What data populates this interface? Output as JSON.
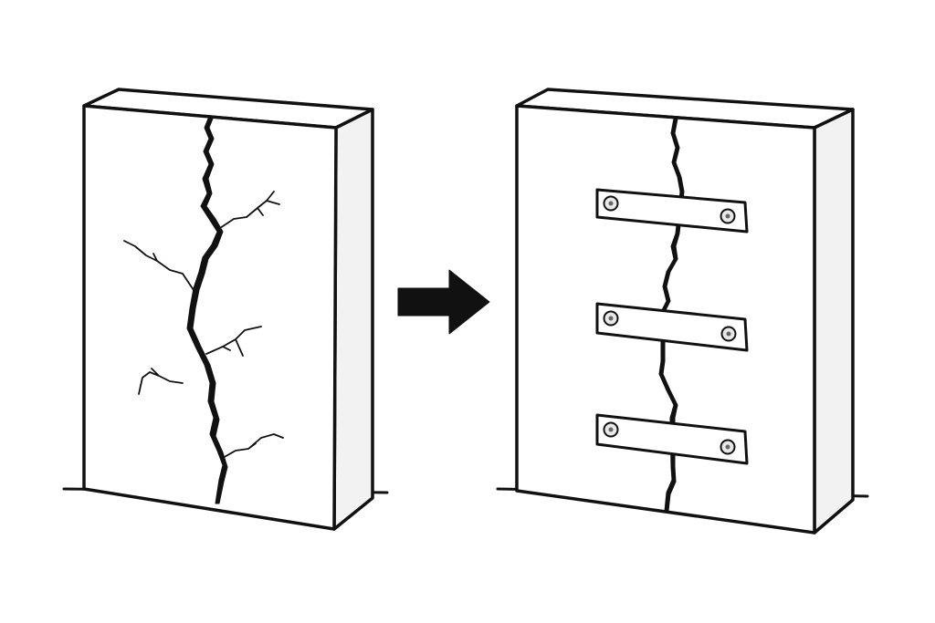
{
  "diagram": {
    "panels": [
      {
        "state": "cracked wall",
        "crack_style": "main crack with branching hairline cracks"
      },
      {
        "state": "repaired wall",
        "brace_count": 3,
        "bolts_per_brace": 2
      }
    ],
    "arrow": {
      "direction": "right",
      "meaning": "before to after"
    }
  },
  "colors": {
    "line": "#111111",
    "wall_face": "#ffffff",
    "wall_side": "#f2f2f2",
    "brace_fill": "#ffffff",
    "bolt_fill": "#e8e8e8",
    "arrow": "#111111"
  }
}
